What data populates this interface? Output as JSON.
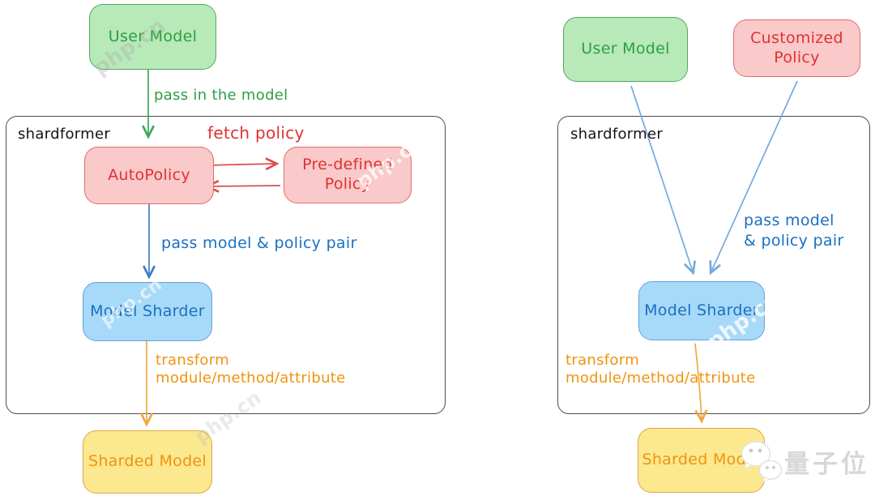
{
  "left_panel": {
    "user_model": "User Model",
    "pass_in_label": "pass in the model",
    "container_label": "shardformer",
    "fetch_policy_label": "fetch policy",
    "auto_policy": "AutoPolicy",
    "predefined_line1": "Pre-defined",
    "predefined_line2": "Policy",
    "pass_pair_label": "pass model & policy pair",
    "model_sharder": "Model Sharder",
    "transform_line1": "transform",
    "transform_line2": "module/method/attribute",
    "sharded_model": "Sharded Model"
  },
  "right_panel": {
    "user_model": "User Model",
    "customized_line1": "Customized",
    "customized_line2": "Policy",
    "container_label": "shardformer",
    "pass_pair_line1": "pass model",
    "pass_pair_line2": "& policy pair",
    "model_sharder": "Model Sharder",
    "transform_line1": "transform",
    "transform_line2": "module/method/attribute",
    "sharded_model": "Sharded Model"
  },
  "watermarks": {
    "brand": "量子位",
    "site": "php.cn"
  },
  "colors": {
    "green_fill": "#b7e9b9",
    "green_border": "#54a85e",
    "green_text": "#2f9e44",
    "pink_fill": "#fac9c9",
    "pink_border": "#e06c6c",
    "red_text": "#e03131",
    "blue_fill": "#a7d9f8",
    "blue_border": "#64a3d9",
    "blue_text": "#1971c2",
    "yellow_fill": "#fbe88f",
    "yellow_border": "#dfa549",
    "orange_text": "#ef940f",
    "container_border": "#4d4d4d",
    "arrow_green": "#3fa65a",
    "arrow_red": "#d94f4f",
    "arrow_blue": "#3d7fc1",
    "arrow_lightblue": "#74a9dd",
    "arrow_orange": "#eda83d"
  }
}
